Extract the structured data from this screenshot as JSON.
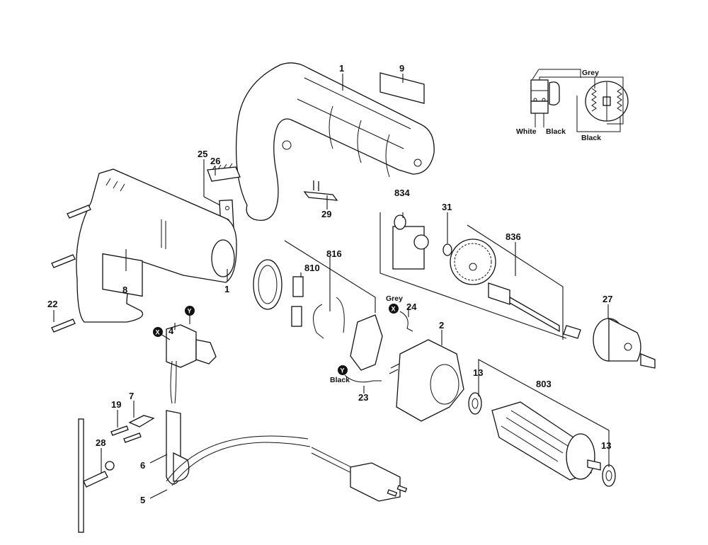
{
  "diagram": {
    "title": "Drill exploded parts diagram",
    "callouts": [
      {
        "id": "1",
        "label": "1"
      },
      {
        "id": "1b",
        "label": "1"
      },
      {
        "id": "2",
        "label": "2"
      },
      {
        "id": "4",
        "label": "4"
      },
      {
        "id": "5",
        "label": "5"
      },
      {
        "id": "6",
        "label": "6"
      },
      {
        "id": "7",
        "label": "7"
      },
      {
        "id": "8",
        "label": "8"
      },
      {
        "id": "9",
        "label": "9"
      },
      {
        "id": "13a",
        "label": "13"
      },
      {
        "id": "13b",
        "label": "13"
      },
      {
        "id": "19",
        "label": "19"
      },
      {
        "id": "22",
        "label": "22"
      },
      {
        "id": "23",
        "label": "23"
      },
      {
        "id": "24",
        "label": "24"
      },
      {
        "id": "25",
        "label": "25"
      },
      {
        "id": "26",
        "label": "26"
      },
      {
        "id": "27",
        "label": "27"
      },
      {
        "id": "28",
        "label": "28"
      },
      {
        "id": "29",
        "label": "29"
      },
      {
        "id": "31",
        "label": "31"
      },
      {
        "id": "803",
        "label": "803"
      },
      {
        "id": "810",
        "label": "810"
      },
      {
        "id": "816",
        "label": "816"
      },
      {
        "id": "834",
        "label": "834"
      },
      {
        "id": "836",
        "label": "836"
      }
    ],
    "wire_labels": {
      "grey_24": "Grey",
      "black_23": "Black"
    },
    "connection_markers": {
      "x": "X",
      "y": "Y"
    },
    "wiring_schematic": {
      "grey": "Grey",
      "white": "White",
      "black_switch": "Black",
      "black_motor": "Black"
    }
  }
}
